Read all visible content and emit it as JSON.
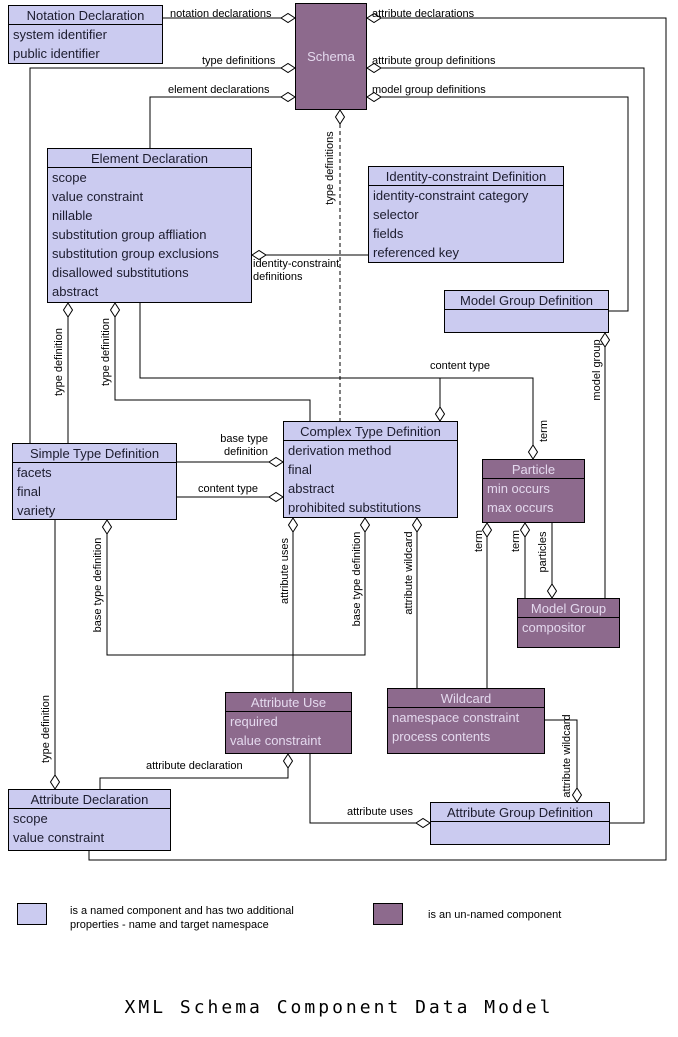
{
  "title": "XML Schema Component Data Model",
  "colors": {
    "named_fill": "#cbcbf0",
    "unnamed_fill": "#8d6a8d",
    "line": "#000000"
  },
  "legend": {
    "named_text": "is a named component and has two additional properties - name and target namespace",
    "unnamed_text": "is an un-named component"
  },
  "boxes": {
    "schema": {
      "title": "Schema"
    },
    "notation_declaration": {
      "title": "Notation Declaration",
      "items": [
        "system identifier",
        "public identifier"
      ]
    },
    "element_declaration": {
      "title": "Element Declaration",
      "items": [
        "scope",
        "value constraint",
        "nillable",
        "substitution group affliation",
        "substitution group exclusions",
        "disallowed substitutions",
        "abstract"
      ]
    },
    "identity_constraint_definition": {
      "title": "Identity-constraint Definition",
      "items": [
        "identity-constraint category",
        "selector",
        "fields",
        "referenced key"
      ]
    },
    "model_group_definition": {
      "title": "Model Group Definition",
      "items": []
    },
    "simple_type_definition": {
      "title": "Simple Type Definition",
      "items": [
        "facets",
        "final",
        "variety"
      ]
    },
    "complex_type_definition": {
      "title": "Complex Type Definition",
      "items": [
        "derivation method",
        "final",
        "abstract",
        "prohibited substitutions"
      ]
    },
    "particle": {
      "title": "Particle",
      "items": [
        "min occurs",
        "max occurs"
      ]
    },
    "model_group": {
      "title": "Model Group",
      "items": [
        "compositor"
      ]
    },
    "attribute_use": {
      "title": "Attribute Use",
      "items": [
        "required",
        "value constraint"
      ]
    },
    "wildcard": {
      "title": "Wildcard",
      "items": [
        "namespace constraint",
        "process contents"
      ]
    },
    "attribute_declaration": {
      "title": "Attribute Declaration",
      "items": [
        "scope",
        "value constraint"
      ]
    },
    "attribute_group_definition": {
      "title": "Attribute Group Definition",
      "items": []
    }
  },
  "edge_labels": {
    "notation_declarations": "notation declarations",
    "attribute_declarations": "attribute declarations",
    "type_definitions_left": "type definitions",
    "attribute_group_definitions": "attribute group definitions",
    "element_declarations": "element declarations",
    "model_group_definitions": "model group definitions",
    "type_definitions_vertical": "type definitions",
    "identity_constraint_definitions": "identity-constraint\ndefinitions",
    "content_type_top": "content type",
    "base_type_definition_left": "base type\ndefinition",
    "content_type_left": "content type",
    "type_definition_a": "type definition",
    "type_definition_b": "type definition",
    "model_group": "model group",
    "term_top": "term",
    "attribute_uses_vertical": "attribute uses",
    "base_type_definition_simple": "base type definition",
    "base_type_definition_complex": "base type definition",
    "attribute_wildcard_complex": "attribute wildcard",
    "term_1": "term",
    "term_2": "term",
    "particles": "particles",
    "attribute_declaration_label": "attribute declaration",
    "attribute_uses_bottom": "attribute uses",
    "attribute_wildcard_right": "attribute wildcard",
    "type_definition_bottom_left": "type definition"
  }
}
